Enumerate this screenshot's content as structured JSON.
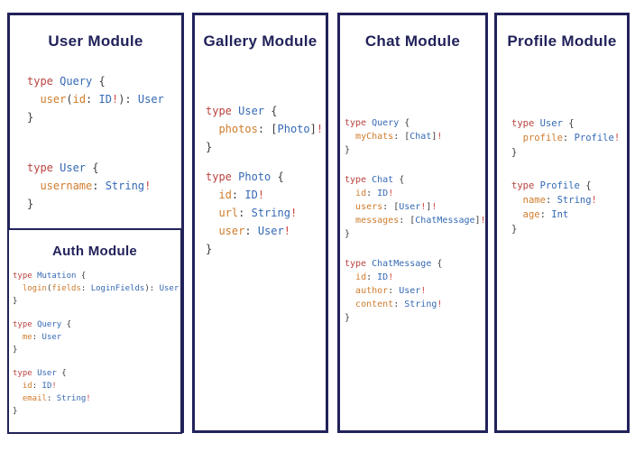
{
  "colors": {
    "navy": "#22225b",
    "keyword": "#b8433f",
    "type_name": "#3569b4",
    "field": "#cf7c2d",
    "punctuation": "#3d3d3d",
    "bang": "#cc4440"
  },
  "modules": [
    {
      "id": "user",
      "title": "User Module",
      "blocks": [
        [
          [
            [
              "k",
              "type "
            ],
            [
              "t",
              "Query "
            ],
            [
              "p",
              "{"
            ]
          ],
          [
            [
              "p",
              "  "
            ],
            [
              "f",
              "user"
            ],
            [
              "p",
              "("
            ],
            [
              "f",
              "id"
            ],
            [
              "p",
              ": "
            ],
            [
              "t",
              "ID"
            ],
            [
              "b",
              "!"
            ],
            [
              "p",
              "): "
            ],
            [
              "t",
              "User"
            ]
          ],
          [
            [
              "p",
              "}"
            ]
          ]
        ],
        [
          [
            [
              "k",
              "type "
            ],
            [
              "t",
              "User "
            ],
            [
              "p",
              "{"
            ]
          ],
          [
            [
              "p",
              "  "
            ],
            [
              "f",
              "username"
            ],
            [
              "p",
              ": "
            ],
            [
              "t",
              "String"
            ],
            [
              "b",
              "!"
            ]
          ],
          [
            [
              "p",
              "}"
            ]
          ]
        ]
      ]
    },
    {
      "id": "auth",
      "title": "Auth Module",
      "blocks": [
        [
          [
            [
              "k",
              "type "
            ],
            [
              "t",
              "Mutation "
            ],
            [
              "p",
              "{"
            ]
          ],
          [
            [
              "p",
              "  "
            ],
            [
              "f",
              "login"
            ],
            [
              "p",
              "("
            ],
            [
              "f",
              "fields"
            ],
            [
              "p",
              ": "
            ],
            [
              "t",
              "LoginFields"
            ],
            [
              "p",
              "): "
            ],
            [
              "t",
              "User"
            ]
          ],
          [
            [
              "p",
              "}"
            ]
          ]
        ],
        [
          [
            [
              "k",
              "type "
            ],
            [
              "t",
              "Query "
            ],
            [
              "p",
              "{"
            ]
          ],
          [
            [
              "p",
              "  "
            ],
            [
              "f",
              "me"
            ],
            [
              "p",
              ": "
            ],
            [
              "t",
              "User"
            ]
          ],
          [
            [
              "p",
              "}"
            ]
          ]
        ],
        [
          [
            [
              "k",
              "type "
            ],
            [
              "t",
              "User "
            ],
            [
              "p",
              "{"
            ]
          ],
          [
            [
              "p",
              "  "
            ],
            [
              "f",
              "id"
            ],
            [
              "p",
              ": "
            ],
            [
              "t",
              "ID"
            ],
            [
              "b",
              "!"
            ]
          ],
          [
            [
              "p",
              "  "
            ],
            [
              "f",
              "email"
            ],
            [
              "p",
              ": "
            ],
            [
              "t",
              "String"
            ],
            [
              "b",
              "!"
            ]
          ],
          [
            [
              "p",
              "}"
            ]
          ]
        ]
      ]
    },
    {
      "id": "gallery",
      "title": "Gallery Module",
      "blocks": [
        [
          [
            [
              "k",
              "type "
            ],
            [
              "t",
              "User "
            ],
            [
              "p",
              "{"
            ]
          ],
          [
            [
              "p",
              "  "
            ],
            [
              "f",
              "photos"
            ],
            [
              "p",
              ": ["
            ],
            [
              "t",
              "Photo"
            ],
            [
              "p",
              "]"
            ],
            [
              "b",
              "!"
            ]
          ],
          [
            [
              "p",
              "}"
            ]
          ]
        ],
        [
          [
            [
              "k",
              "type "
            ],
            [
              "t",
              "Photo "
            ],
            [
              "p",
              "{"
            ]
          ],
          [
            [
              "p",
              "  "
            ],
            [
              "f",
              "id"
            ],
            [
              "p",
              ": "
            ],
            [
              "t",
              "ID"
            ],
            [
              "b",
              "!"
            ]
          ],
          [
            [
              "p",
              "  "
            ],
            [
              "f",
              "url"
            ],
            [
              "p",
              ": "
            ],
            [
              "t",
              "String"
            ],
            [
              "b",
              "!"
            ]
          ],
          [
            [
              "p",
              "  "
            ],
            [
              "f",
              "user"
            ],
            [
              "p",
              ": "
            ],
            [
              "t",
              "User"
            ],
            [
              "b",
              "!"
            ]
          ],
          [
            [
              "p",
              "}"
            ]
          ]
        ]
      ]
    },
    {
      "id": "chat",
      "title": "Chat Module",
      "blocks": [
        [
          [
            [
              "k",
              "type "
            ],
            [
              "t",
              "Query "
            ],
            [
              "p",
              "{"
            ]
          ],
          [
            [
              "p",
              "  "
            ],
            [
              "f",
              "myChats"
            ],
            [
              "p",
              ": ["
            ],
            [
              "t",
              "Chat"
            ],
            [
              "p",
              "]"
            ],
            [
              "b",
              "!"
            ]
          ],
          [
            [
              "p",
              "}"
            ]
          ]
        ],
        [
          [
            [
              "k",
              "type "
            ],
            [
              "t",
              "Chat "
            ],
            [
              "p",
              "{"
            ]
          ],
          [
            [
              "p",
              "  "
            ],
            [
              "f",
              "id"
            ],
            [
              "p",
              ": "
            ],
            [
              "t",
              "ID"
            ],
            [
              "b",
              "!"
            ]
          ],
          [
            [
              "p",
              "  "
            ],
            [
              "f",
              "users"
            ],
            [
              "p",
              ": ["
            ],
            [
              "t",
              "User"
            ],
            [
              "b",
              "!"
            ],
            [
              "p",
              "]"
            ],
            [
              "b",
              "!"
            ]
          ],
          [
            [
              "p",
              "  "
            ],
            [
              "f",
              "messages"
            ],
            [
              "p",
              ": ["
            ],
            [
              "t",
              "ChatMessage"
            ],
            [
              "p",
              "]"
            ],
            [
              "b",
              "!"
            ]
          ],
          [
            [
              "p",
              "}"
            ]
          ]
        ],
        [
          [
            [
              "k",
              "type "
            ],
            [
              "t",
              "ChatMessage "
            ],
            [
              "p",
              "{"
            ]
          ],
          [
            [
              "p",
              "  "
            ],
            [
              "f",
              "id"
            ],
            [
              "p",
              ": "
            ],
            [
              "t",
              "ID"
            ],
            [
              "b",
              "!"
            ]
          ],
          [
            [
              "p",
              "  "
            ],
            [
              "f",
              "author"
            ],
            [
              "p",
              ": "
            ],
            [
              "t",
              "User"
            ],
            [
              "b",
              "!"
            ]
          ],
          [
            [
              "p",
              "  "
            ],
            [
              "f",
              "content"
            ],
            [
              "p",
              ": "
            ],
            [
              "t",
              "String"
            ],
            [
              "b",
              "!"
            ]
          ],
          [
            [
              "p",
              "}"
            ]
          ]
        ]
      ]
    },
    {
      "id": "profile",
      "title": "Profile Module",
      "blocks": [
        [
          [
            [
              "k",
              "type "
            ],
            [
              "t",
              "User "
            ],
            [
              "p",
              "{"
            ]
          ],
          [
            [
              "p",
              "  "
            ],
            [
              "f",
              "profile"
            ],
            [
              "p",
              ": "
            ],
            [
              "t",
              "Profile"
            ],
            [
              "b",
              "!"
            ]
          ],
          [
            [
              "p",
              "}"
            ]
          ]
        ],
        [
          [
            [
              "k",
              "type "
            ],
            [
              "t",
              "Profile "
            ],
            [
              "p",
              "{"
            ]
          ],
          [
            [
              "p",
              "  "
            ],
            [
              "f",
              "name"
            ],
            [
              "p",
              ": "
            ],
            [
              "t",
              "String"
            ],
            [
              "b",
              "!"
            ]
          ],
          [
            [
              "p",
              "  "
            ],
            [
              "f",
              "age"
            ],
            [
              "p",
              ": "
            ],
            [
              "t",
              "Int"
            ]
          ],
          [
            [
              "p",
              "}"
            ]
          ]
        ]
      ]
    }
  ]
}
